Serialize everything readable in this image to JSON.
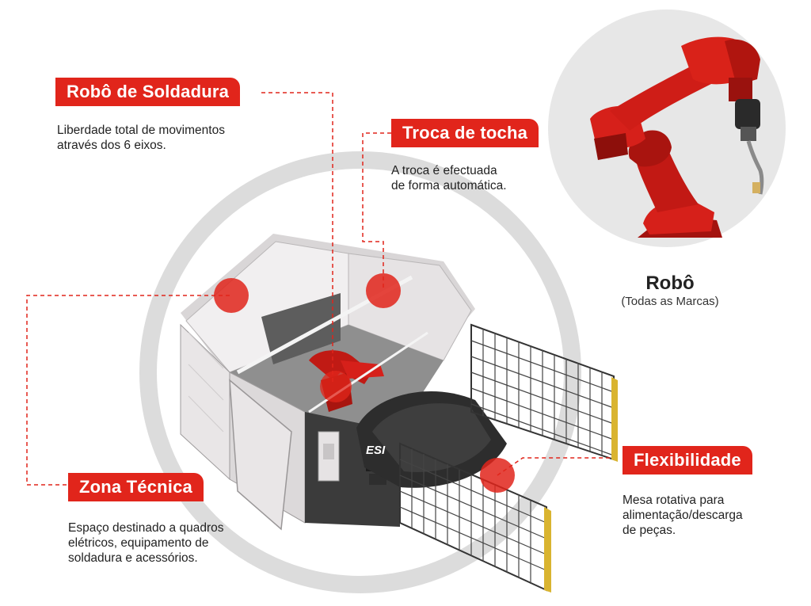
{
  "callouts": {
    "welding_robot": {
      "title": "Robô de Soldadura",
      "lines": [
        "Liberdade total de movimentos",
        "através dos 6 eixos."
      ]
    },
    "torch_change": {
      "title": "Troca de tocha",
      "lines": [
        "A troca é efectuada",
        "de forma automática."
      ]
    },
    "technical_zone": {
      "title": "Zona Técnica",
      "lines": [
        "Espaço destinado a quadros",
        "elétricos, equipamento de",
        "soldadura e acessórios."
      ]
    },
    "flexibility": {
      "title": "Flexibilidade",
      "lines": [
        "Mesa rotativa para",
        "alimentação/descarga",
        "de peças."
      ]
    }
  },
  "robot": {
    "title": "Robô",
    "subtitle": "(Todas as Marcas)"
  },
  "machine": {
    "logo": "ESI"
  },
  "colors": {
    "accent": "#e1251b",
    "ring": "#dcdcdc",
    "panel_light": "#e9e6e7",
    "panel_dark": "#3a3a3a"
  }
}
